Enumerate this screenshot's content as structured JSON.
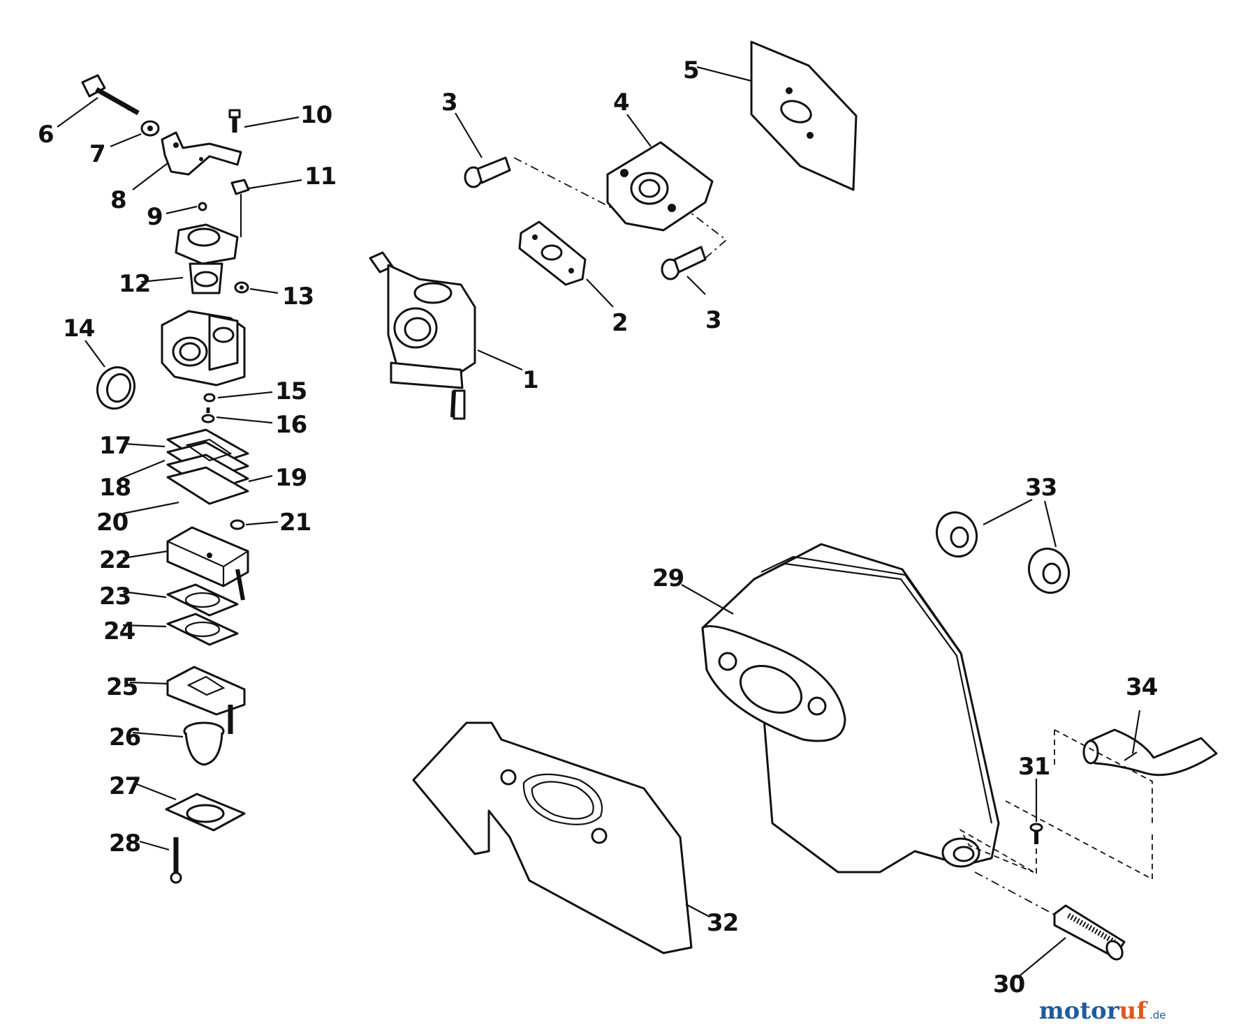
{
  "labels": {
    "l1": "1",
    "l2": "2",
    "l3a": "3",
    "l3b": "3",
    "l4": "4",
    "l5": "5",
    "l6": "6",
    "l7": "7",
    "l8": "8",
    "l9": "9",
    "l10": "10",
    "l11": "11",
    "l12": "12",
    "l13": "13",
    "l14": "14",
    "l15": "15",
    "l16": "16",
    "l17": "17",
    "l18": "18",
    "l19": "19",
    "l20": "20",
    "l21": "21",
    "l22": "22",
    "l23": "23",
    "l24": "24",
    "l25": "25",
    "l26": "26",
    "l27": "27",
    "l28": "28",
    "l29": "29",
    "l30": "30",
    "l31": "31",
    "l32": "32",
    "l33": "33",
    "l34": "34"
  },
  "watermark": {
    "part1": "motor",
    "part2": "uf",
    "suffix": ".de"
  }
}
